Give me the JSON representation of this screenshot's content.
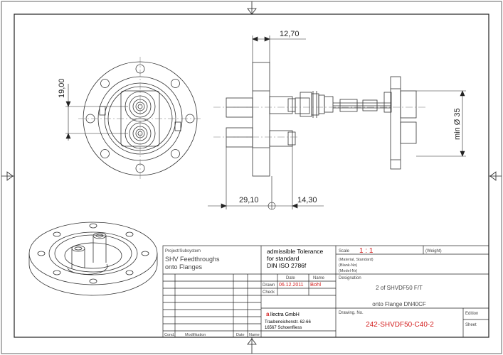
{
  "dimensions": {
    "height_19": "19,00",
    "width_12_70": "12,70",
    "len_29_10": "29,10",
    "len_14_30": "14,30",
    "dia_35": "min Ø 35"
  },
  "title_block": {
    "project_label": "Project/Subsystem",
    "project_line1": "SHV Feedthroughs",
    "project_line2": "onto Flanges",
    "tolerance_line1": "admissible Tolerance",
    "tolerance_line2": "for standard",
    "tolerance_line3": "DIN ISO 2786f",
    "scale_label": "Scale",
    "scale_value": "1 : 1",
    "weight_label": "(Weight)",
    "material_label": "(Material, Standard)",
    "blank_label": "(Blank-No)",
    "model_label": "(Model-Nr)",
    "date_header": "Date",
    "name_header": "Name",
    "drawn_label": "Drawn",
    "drawn_date": "06.12.2011",
    "drawn_name": "Bohl",
    "check_label": "Check",
    "designation_label": "Designation",
    "designation_line1": "2 of SHVDF50 F/T",
    "designation_line2": "onto Flange DN40CF",
    "company_prefix": "a",
    "company_name": "llectra GmbH",
    "company_street": "Traubeneichenstr. 62-66",
    "company_city": "16567 Schoenfliess",
    "drawing_no_label": "Drawing. No.",
    "drawing_no": "242-SHVDF50-C40-2",
    "edition_label": "Edition",
    "sheet_label": "Sheet",
    "cond_label": "Cond.",
    "modification_label": "Modifikation",
    "date_footer": "Date",
    "name_footer": "Name"
  },
  "colors": {
    "line": "#333333",
    "accent": "#d42020"
  }
}
